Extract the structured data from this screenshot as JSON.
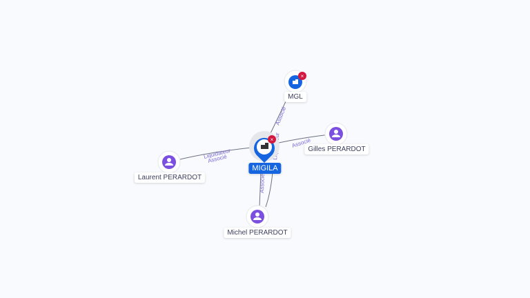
{
  "center": {
    "label": "MIGILA",
    "icon": "company-icon",
    "color": "#1565e0",
    "removed_badge": "close-icon"
  },
  "nodes": [
    {
      "label": "MGL",
      "icon": "company-icon",
      "type": "company"
    },
    {
      "label": "Gilles PERARDOT",
      "icon": "person-icon",
      "type": "person"
    },
    {
      "label": "Laurent PERARDOT",
      "icon": "person-icon",
      "type": "person"
    },
    {
      "label": "Michel PERARDOT",
      "icon": "person-icon",
      "type": "person"
    }
  ],
  "edges": {
    "mgl": "Associé",
    "gilles": "Associé",
    "laurent_1": "Liquidateur",
    "laurent_2": "Associé",
    "michel_1": "Associé",
    "michel_2": "Liquidateur"
  },
  "colors": {
    "person": "#7b4fe0",
    "company": "#1565e0",
    "badge": "#d3173f",
    "edge_label": "#7a6bd8"
  }
}
